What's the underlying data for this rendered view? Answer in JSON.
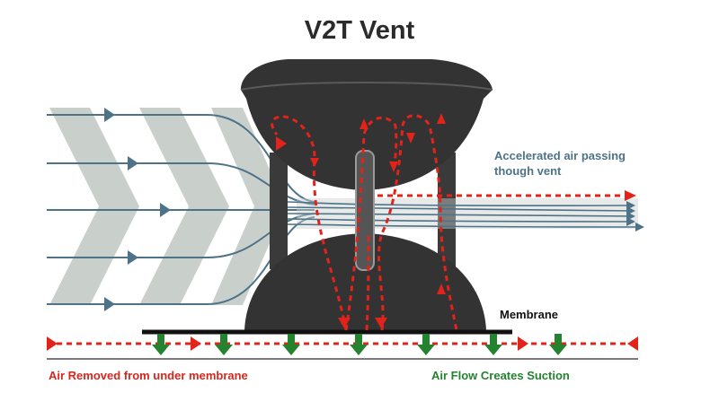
{
  "diagram": {
    "title": "V2T Vent",
    "labels": {
      "accelerated_line1": "Accelerated air passing",
      "accelerated_line2": "though vent",
      "membrane": "Membrane",
      "air_removed": "Air Removed from under membrane",
      "suction": "Air Flow Creates Suction"
    },
    "colors": {
      "vent_body": "#333333",
      "incoming_air": "#4e7388",
      "chevrons": "#c9d0cc",
      "extracted_air": "#e2231a",
      "suction_arrows": "#23832f",
      "membrane": "#111111",
      "ground": "#7a7a7a"
    },
    "icons": [
      "chevron-arrow-icon",
      "flow-arrow-icon",
      "down-arrow-icon"
    ]
  }
}
